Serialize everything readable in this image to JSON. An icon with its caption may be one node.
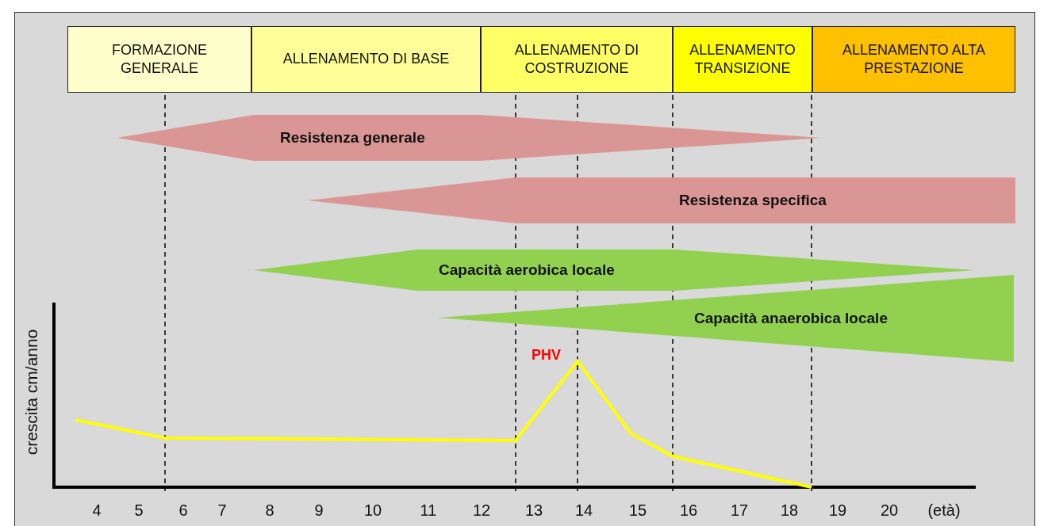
{
  "diagram": {
    "nodes": [
      {
        "text": [
          "FORMAZIONE GENERALE"
        ]
      },
      {
        "text": [
          "ALLENAMENTO DI BASE"
        ]
      },
      {
        "text": [
          "ALLENAMENTO DI COSTRUZIONE"
        ]
      },
      {
        "text": [
          "ALLENAMENTO TRANSIZIONE"
        ]
      },
      {
        "text": [
          "ALLENAMENTO ALTA PRESTAZIONE"
        ]
      },
      {
        "text": [
          "Resistenza generale"
        ]
      },
      {
        "text": [
          "Resistenza specifica"
        ]
      },
      {
        "text": [
          "Capacità aerobica locale"
        ]
      },
      {
        "text": [
          "Capacità anaerobica locale"
        ]
      }
    ],
    "labels": [
      "PHV",
      "crescita cm/anno",
      "4",
      "5",
      "6",
      "7",
      "8",
      "9",
      "10",
      "11",
      "12",
      "13",
      "14",
      "15",
      "16",
      "17",
      "18",
      "19",
      "20",
      "(età)"
    ]
  }
}
